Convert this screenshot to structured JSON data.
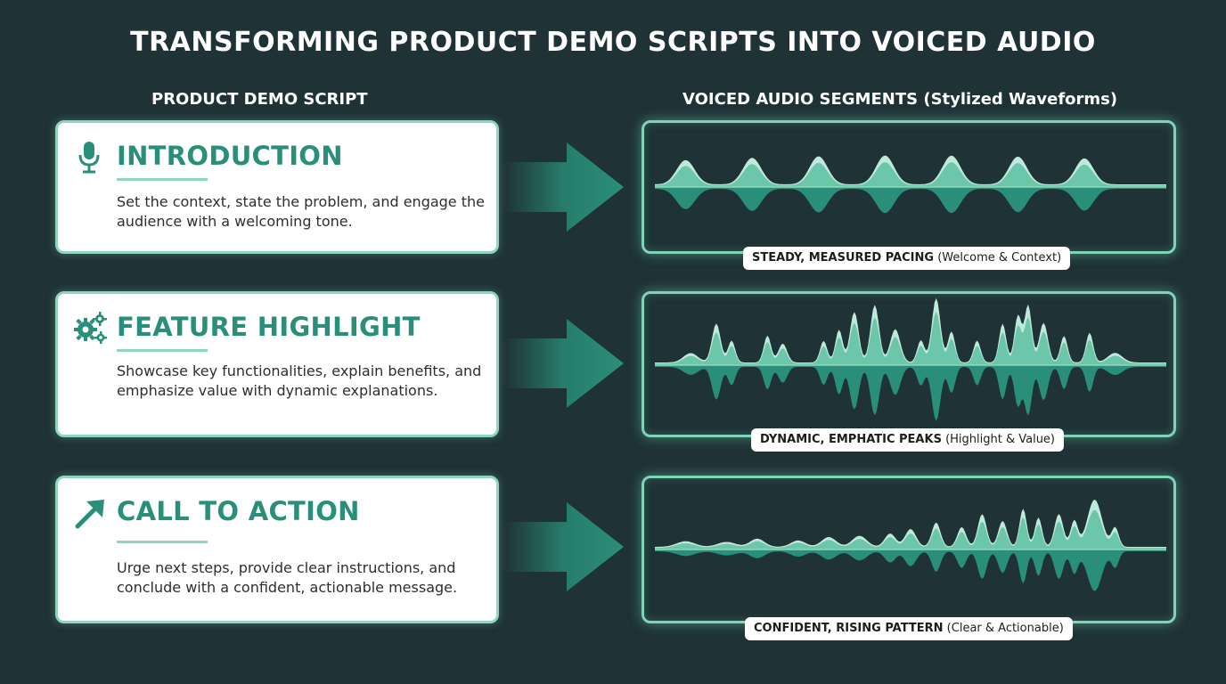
{
  "title": "TRANSFORMING PRODUCT DEMO SCRIPTS INTO VOICED AUDIO",
  "left_heading": "PRODUCT DEMO SCRIPT",
  "right_heading": "VOICED AUDIO SEGMENTS (Stylized Waveforms)",
  "colors": {
    "background": "#1f3236",
    "accent": "#2a8f7a",
    "card_border": "#8fd6bf",
    "wave_fill": "#2a8f7a",
    "wave_light": "#8fd6bf"
  },
  "sections": [
    {
      "icon": "microphone-icon",
      "heading": "INTRODUCTION",
      "description": "Set the context, state the problem, and engage the audience with a welcoming tone.",
      "caption_bold": "STEADY, MEASURED PACING",
      "caption_rest": " (Welcome & Context)"
    },
    {
      "icon": "gears-icon",
      "heading": "FEATURE HIGHLIGHT",
      "description": "Showcase key functionalities, explain benefits, and emphasize value with dynamic explanations.",
      "caption_bold": "DYNAMIC, EMPHATIC PEAKS",
      "caption_rest": " (Highlight & Value)"
    },
    {
      "icon": "arrow-up-right-icon",
      "heading": "CALL TO ACTION",
      "description": "Urge next steps, provide clear instructions, and conclude with a confident, actionable message.",
      "caption_bold": "CONFIDENT, RISING PATTERN",
      "caption_rest": " (Clear & Actionable)"
    }
  ]
}
